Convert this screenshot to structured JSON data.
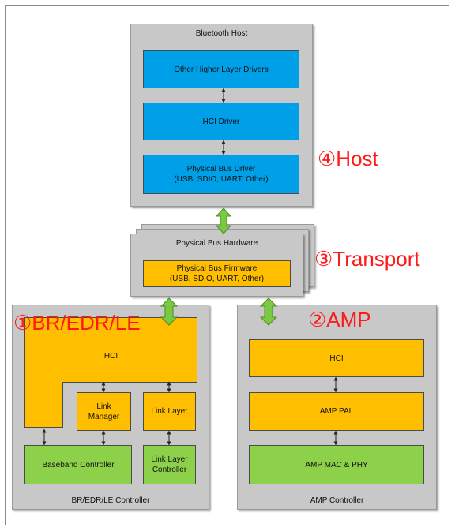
{
  "host": {
    "title": "Bluetooth Host",
    "blocks": [
      "Other Higher Layer Drivers",
      "HCI Driver",
      "Physical Bus Driver\n(USB, SDIO, UART, Other)"
    ]
  },
  "transport": {
    "title": "Physical Bus Hardware",
    "firmware": "Physical Bus Firmware\n(USB, SDIO, UART, Other)"
  },
  "bredr": {
    "hci": "HCI",
    "link_manager": "Link\nManager",
    "link_layer": "Link Layer",
    "baseband": "Baseband Controller",
    "link_layer_controller": "Link Layer\nController",
    "footer": "BR/EDR/LE Controller"
  },
  "amp": {
    "hci": "HCI",
    "pal": "AMP PAL",
    "mac_phy": "AMP MAC & PHY",
    "footer": "AMP Controller"
  },
  "annotations": {
    "host": "④Host",
    "transport": "③Transport",
    "bredr": "①BR/EDR/LE",
    "amp": "②AMP"
  },
  "colors": {
    "host_block": "#00a0e8",
    "controller_block": "#ffbe00",
    "phy_block": "#8dd04a",
    "annotation": "#ff1a1a",
    "bus_arrow": "#7ac943"
  }
}
